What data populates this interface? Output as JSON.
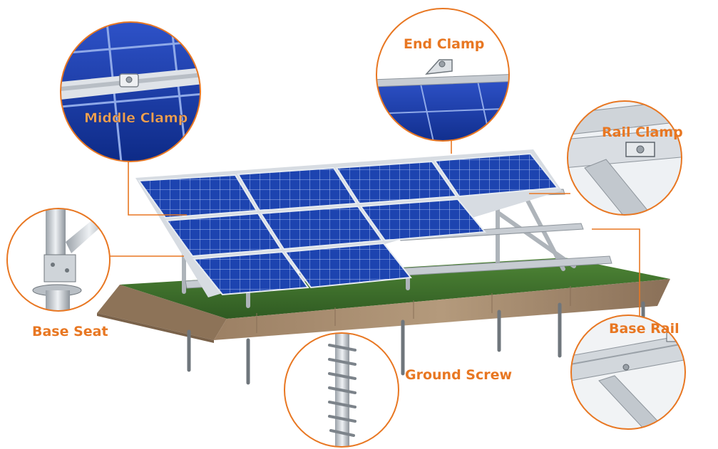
{
  "colors": {
    "accent": "#e87722",
    "panel": "#1a3fa8",
    "ground": "#3f6e2c",
    "soil": "#a48a6d",
    "steel": "#c9ced4"
  },
  "labels": {
    "middle_clamp": "Middle Clamp",
    "end_clamp": "End Clamp",
    "rail_clamp": "Rail Clamp",
    "base_seat": "Base Seat",
    "base_rail": "Base Rail",
    "ground_screw": "Ground Screw"
  }
}
